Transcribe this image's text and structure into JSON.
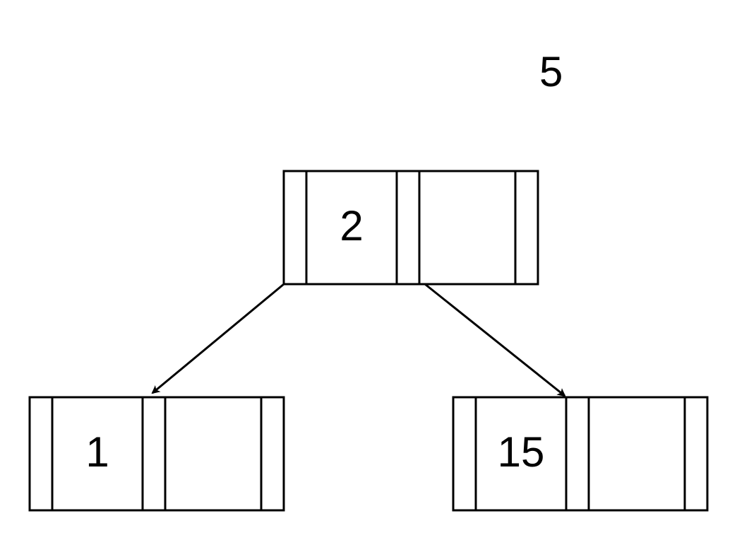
{
  "floating_label": "5",
  "nodes": {
    "root": {
      "key": "2"
    },
    "left_child": {
      "key": "1"
    },
    "right_child": {
      "key": "15"
    }
  },
  "colors": {
    "stroke": "#000000",
    "background": "#ffffff"
  }
}
